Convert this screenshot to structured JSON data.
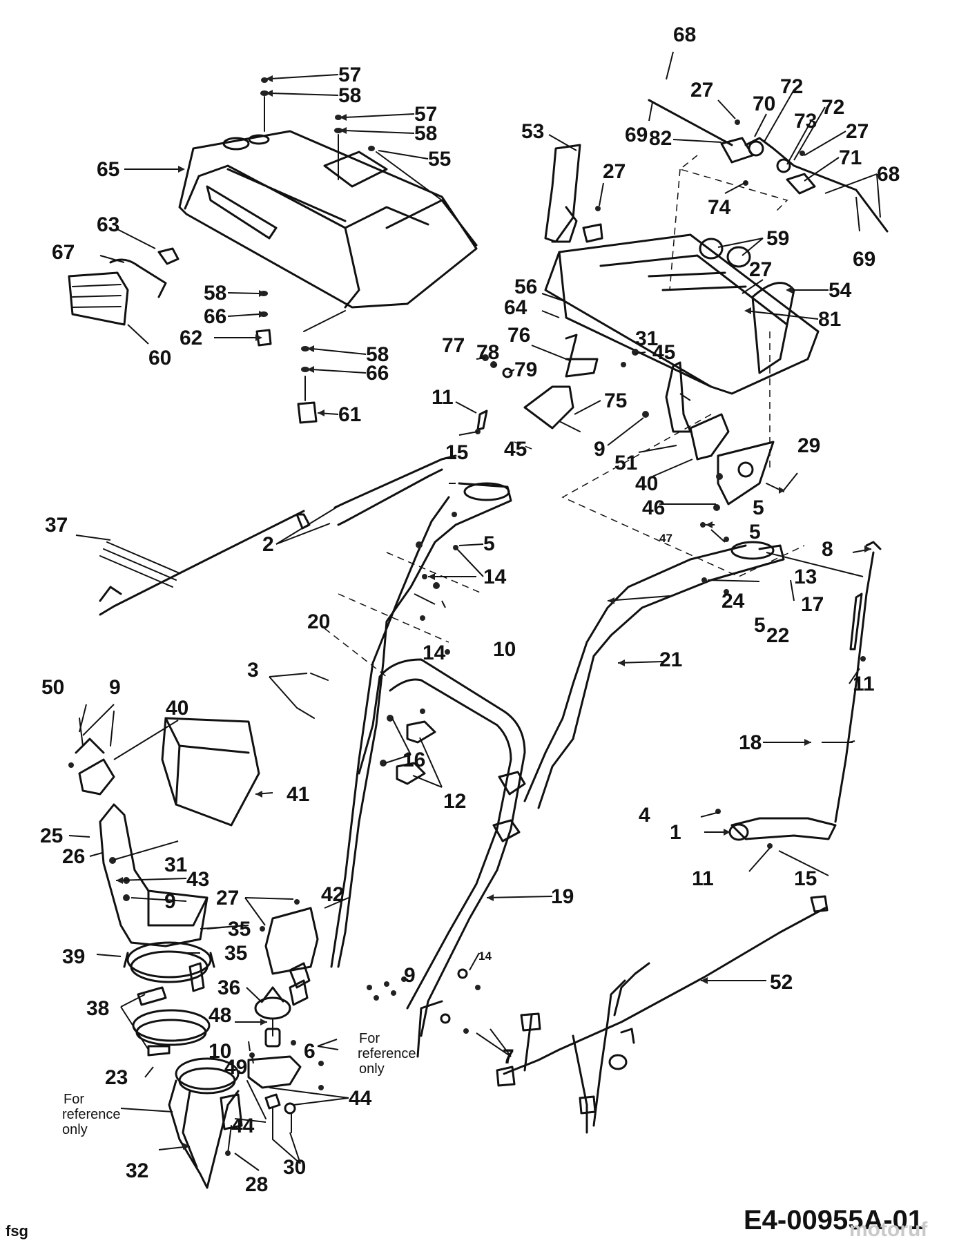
{
  "diagram": {
    "code": "E4-00955A-01",
    "corner_mark": "fsg",
    "watermark": "motoruf",
    "notes": {
      "ref_right": [
        "For",
        "reference",
        "only"
      ],
      "ref_left": [
        "For",
        "reference",
        "only"
      ]
    }
  },
  "callouts": [
    {
      "n": "68"
    },
    {
      "n": "57"
    },
    {
      "n": "58"
    },
    {
      "n": "57"
    },
    {
      "n": "58"
    },
    {
      "n": "55"
    },
    {
      "n": "65"
    },
    {
      "n": "27"
    },
    {
      "n": "70"
    },
    {
      "n": "72"
    },
    {
      "n": "72"
    },
    {
      "n": "73"
    },
    {
      "n": "27"
    },
    {
      "n": "69"
    },
    {
      "n": "82"
    },
    {
      "n": "71"
    },
    {
      "n": "68"
    },
    {
      "n": "53"
    },
    {
      "n": "27"
    },
    {
      "n": "74"
    },
    {
      "n": "69"
    },
    {
      "n": "59"
    },
    {
      "n": "63"
    },
    {
      "n": "67"
    },
    {
      "n": "58"
    },
    {
      "n": "66"
    },
    {
      "n": "62"
    },
    {
      "n": "60"
    },
    {
      "n": "58"
    },
    {
      "n": "66"
    },
    {
      "n": "61"
    },
    {
      "n": "56"
    },
    {
      "n": "27"
    },
    {
      "n": "54"
    },
    {
      "n": "64"
    },
    {
      "n": "81"
    },
    {
      "n": "77"
    },
    {
      "n": "78"
    },
    {
      "n": "76"
    },
    {
      "n": "79"
    },
    {
      "n": "31"
    },
    {
      "n": "45"
    },
    {
      "n": "11"
    },
    {
      "n": "75"
    },
    {
      "n": "15"
    },
    {
      "n": "45"
    },
    {
      "n": "9"
    },
    {
      "n": "51"
    },
    {
      "n": "29"
    },
    {
      "n": "40"
    },
    {
      "n": "46"
    },
    {
      "n": "5"
    },
    {
      "n": "5"
    },
    {
      "n": "37"
    },
    {
      "n": "2"
    },
    {
      "n": "5"
    },
    {
      "n": "47"
    },
    {
      "n": "8"
    },
    {
      "n": "14"
    },
    {
      "n": "13"
    },
    {
      "n": "24"
    },
    {
      "n": "20"
    },
    {
      "n": "10"
    },
    {
      "n": "14"
    },
    {
      "n": "17"
    },
    {
      "n": "5"
    },
    {
      "n": "22"
    },
    {
      "n": "21"
    },
    {
      "n": "11"
    },
    {
      "n": "3"
    },
    {
      "n": "50"
    },
    {
      "n": "9"
    },
    {
      "n": "40"
    },
    {
      "n": "16"
    },
    {
      "n": "18"
    },
    {
      "n": "41"
    },
    {
      "n": "12"
    },
    {
      "n": "4"
    },
    {
      "n": "1"
    },
    {
      "n": "25"
    },
    {
      "n": "26"
    },
    {
      "n": "31"
    },
    {
      "n": "43"
    },
    {
      "n": "11"
    },
    {
      "n": "15"
    },
    {
      "n": "9"
    },
    {
      "n": "27"
    },
    {
      "n": "42"
    },
    {
      "n": "19"
    },
    {
      "n": "35"
    },
    {
      "n": "39"
    },
    {
      "n": "35"
    },
    {
      "n": "9"
    },
    {
      "n": "14"
    },
    {
      "n": "52"
    },
    {
      "n": "36"
    },
    {
      "n": "38"
    },
    {
      "n": "48"
    },
    {
      "n": "6"
    },
    {
      "n": "10"
    },
    {
      "n": "23"
    },
    {
      "n": "49"
    },
    {
      "n": "7"
    },
    {
      "n": "44"
    },
    {
      "n": "44"
    },
    {
      "n": "32"
    },
    {
      "n": "30"
    },
    {
      "n": "28"
    }
  ]
}
